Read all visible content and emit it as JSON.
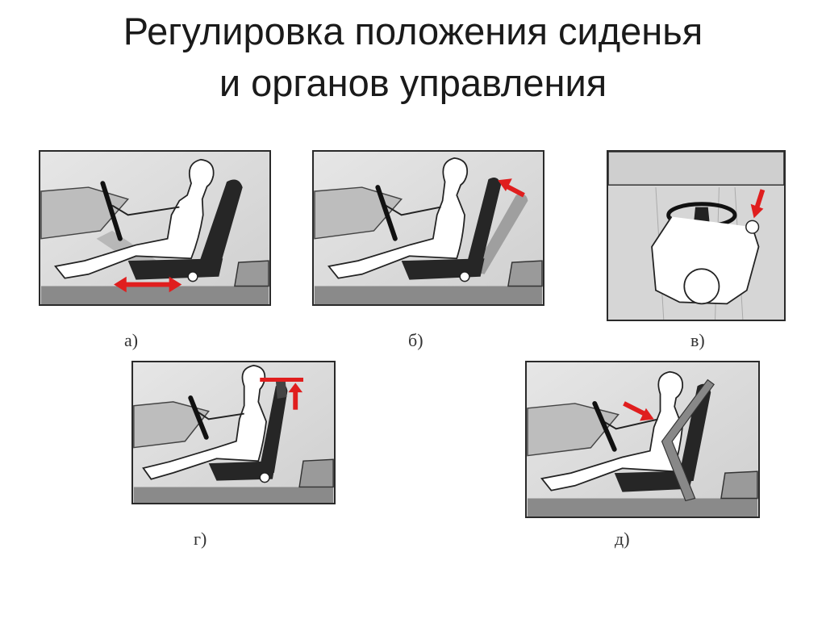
{
  "title": {
    "line1": "Регулировка положения сиденья",
    "line2": "и органов управления"
  },
  "panels": [
    {
      "label": "а)"
    },
    {
      "label": "б)"
    },
    {
      "label": "в)"
    },
    {
      "label": "г)"
    },
    {
      "label": "д)"
    }
  ],
  "colors": {
    "arrow": "#e01e1e",
    "seat": "#262626",
    "background": "#dcdcdc",
    "floor": "#8a8a8a"
  }
}
